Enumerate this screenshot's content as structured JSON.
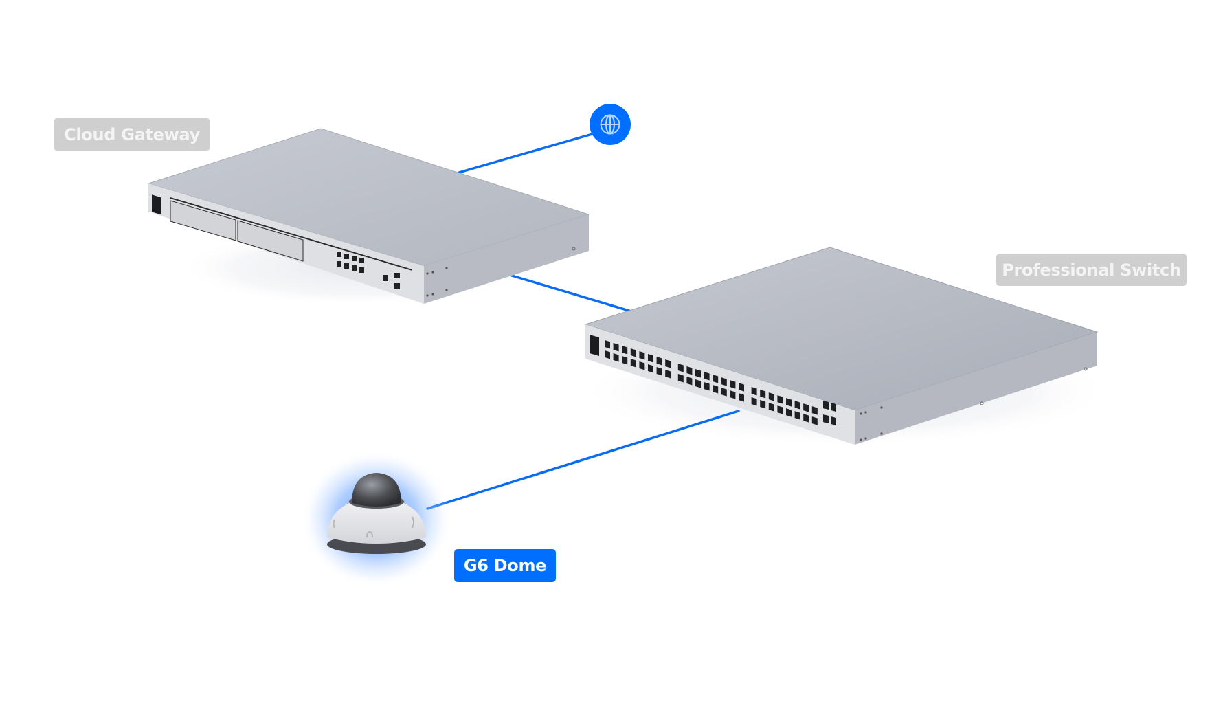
{
  "diagram": {
    "type": "network-topology",
    "accent_color": "#006fff",
    "inactive_label_color": "#cfcfcf",
    "nodes": [
      {
        "id": "internet",
        "label": "",
        "icon": "globe-icon",
        "kind": "internet"
      },
      {
        "id": "gateway",
        "label": "Cloud Gateway",
        "kind": "cloud-gateway",
        "state": "inactive"
      },
      {
        "id": "switch",
        "label": "Professional Switch",
        "kind": "switch",
        "state": "inactive"
      },
      {
        "id": "camera",
        "label": "G6 Dome",
        "kind": "dome-camera",
        "state": "active"
      }
    ],
    "links": [
      {
        "from": "internet",
        "to": "gateway"
      },
      {
        "from": "gateway",
        "to": "switch"
      },
      {
        "from": "switch",
        "to": "camera"
      }
    ]
  }
}
